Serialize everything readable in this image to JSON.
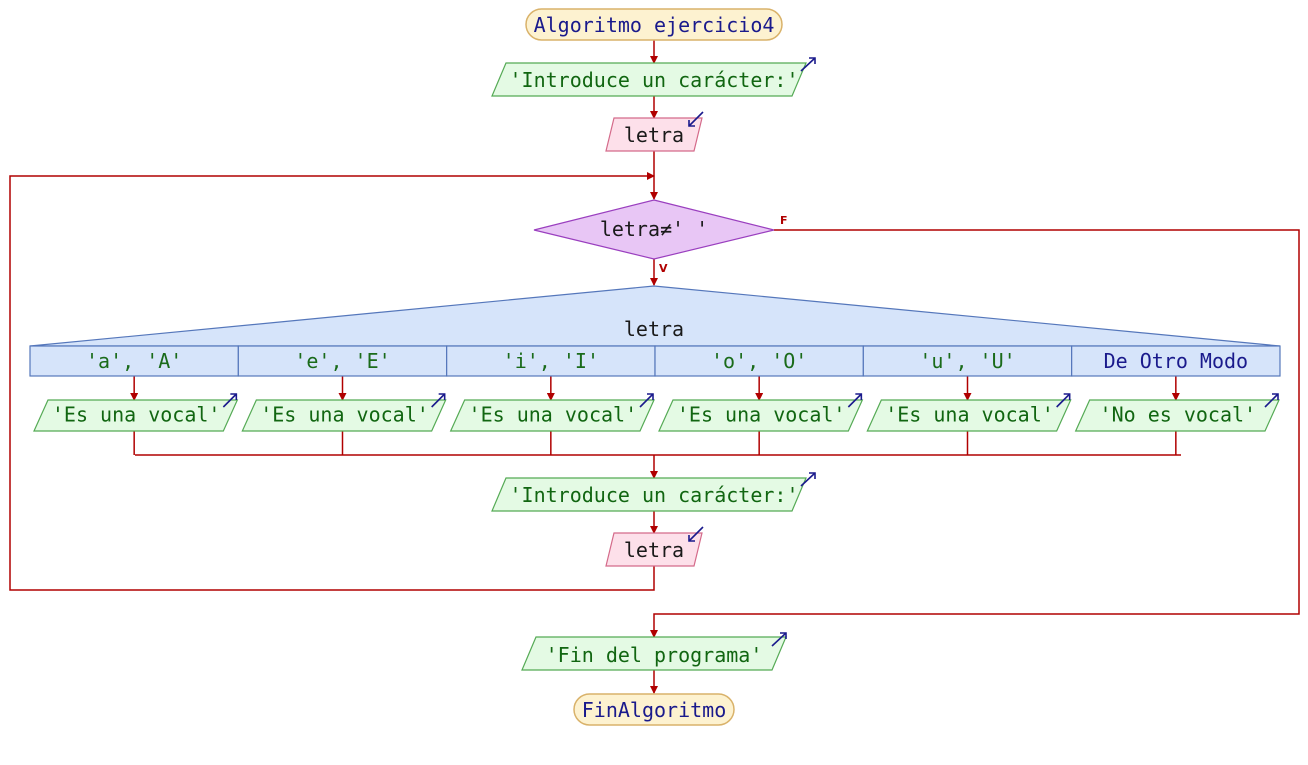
{
  "colors": {
    "arrow": "#b00000",
    "terminal_fill": "#fdf2d0",
    "terminal_stroke": "#d9b26a",
    "terminal_text": "#1a1a8c",
    "output_fill": "#e4fae4",
    "output_stroke": "#55aa55",
    "output_text": "#116611",
    "input_fill": "#fde0ea",
    "input_stroke": "#d46a8a",
    "decision_fill": "#e8c6f5",
    "decision_stroke": "#9a3fbf",
    "switch_fill": "#d6e4fa",
    "switch_stroke": "#5577bb",
    "switch_text": "#1a6b1a",
    "io_arrow_icon": "#1a1a8c"
  },
  "start": {
    "label": "Algoritmo ejercicio4"
  },
  "prompt1": {
    "label": "'Introduce un carácter:'"
  },
  "read1": {
    "label": "letra"
  },
  "loop": {
    "condition": "letra≠' '",
    "true_label": "V",
    "false_label": "F"
  },
  "switch": {
    "variable": "letra",
    "cases": [
      {
        "label": "'a', 'A'",
        "action": "'Es una vocal'"
      },
      {
        "label": "'e', 'E'",
        "action": "'Es una vocal'"
      },
      {
        "label": "'i', 'I'",
        "action": "'Es una vocal'"
      },
      {
        "label": "'o', 'O'",
        "action": "'Es una vocal'"
      },
      {
        "label": "'u', 'U'",
        "action": "'Es una vocal'"
      },
      {
        "label": "De Otro Modo",
        "action": "'No es vocal'"
      }
    ]
  },
  "prompt2": {
    "label": "'Introduce un carácter:'"
  },
  "read2": {
    "label": "letra"
  },
  "end_message": {
    "label": "'Fin del  programa'"
  },
  "end": {
    "label": "FinAlgoritmo"
  }
}
